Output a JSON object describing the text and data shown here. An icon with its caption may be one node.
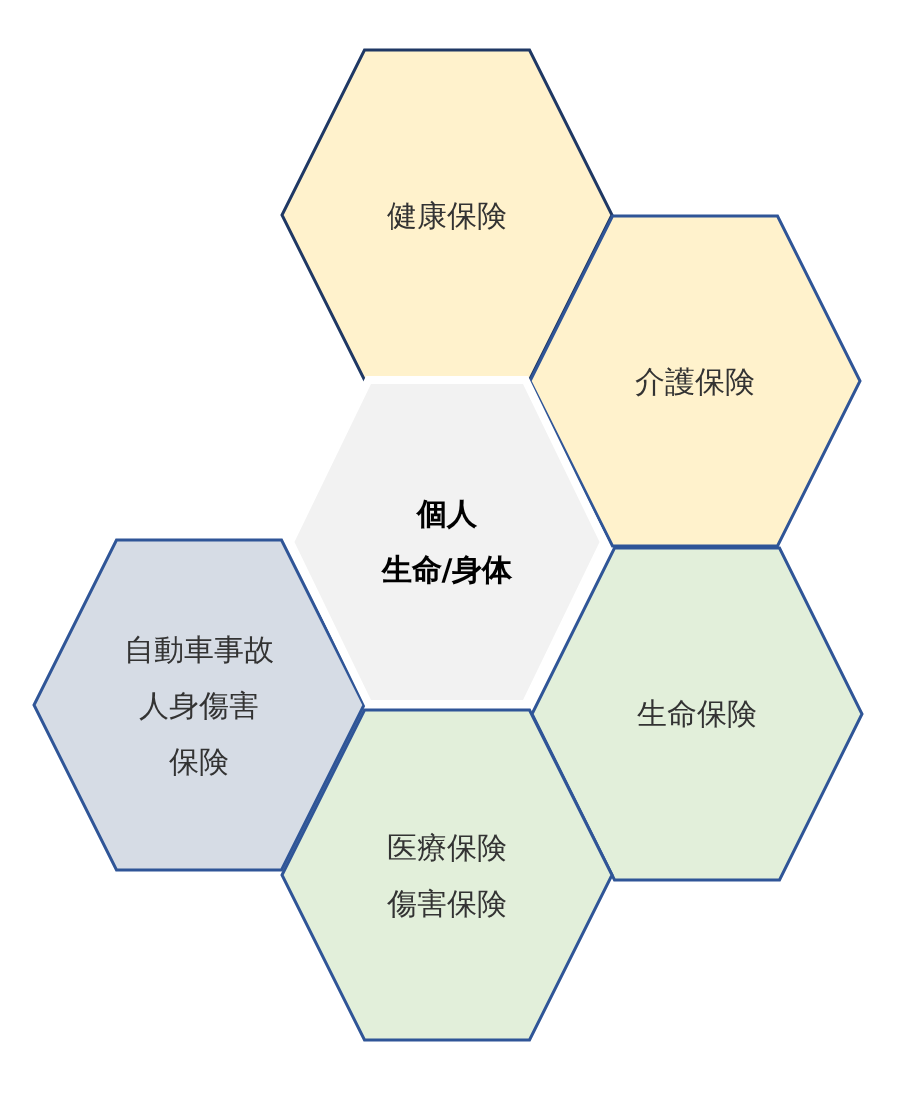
{
  "diagram": {
    "nodes": [
      {
        "text": [
          "健康保険"
        ]
      },
      {
        "text": [
          "介護保険"
        ]
      },
      {
        "text": [
          "個人",
          "生命/身体"
        ]
      },
      {
        "text": [
          "自動車事故",
          "人身傷害",
          "保険"
        ]
      },
      {
        "text": [
          "生命保険"
        ]
      },
      {
        "text": [
          "医療保険",
          "傷害保険"
        ]
      }
    ],
    "edges": []
  }
}
